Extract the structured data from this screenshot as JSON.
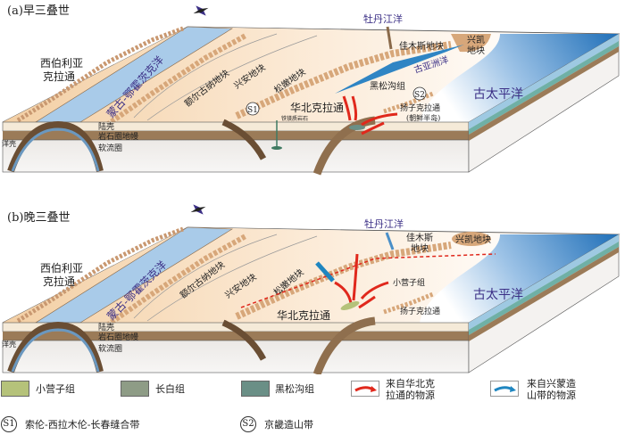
{
  "panels": [
    {
      "title": "(a)早三叠世",
      "labels": {
        "siberia": [
          "西伯利亚",
          "克拉通"
        ],
        "mongol_ocean": "蒙古-鄂霍茨克洋",
        "erguna": "额尔古纳地块",
        "xingan": "兴安地块",
        "songnen": "松嫩地块",
        "mudanjiang": "牡丹江洋",
        "jiamusi": "佳木斯地块",
        "xingkai": [
          "兴凯",
          "地块"
        ],
        "paleo_asian": "古亚洲洋",
        "paleo_pacific": "古太平洋",
        "heisonggou": "黑松沟组",
        "s1": "S1",
        "s2": "S2",
        "north_china": "华北克拉通",
        "yangtze": "扬子克拉通",
        "korea": "(朝鲜半岛)",
        "mafic": "铁镁质岩石",
        "crust": "陆壳",
        "litho": "岩石圈地幔",
        "astheno": "软流圈",
        "oceanic": "洋壳"
      }
    },
    {
      "title": "(b)晚三叠世",
      "labels": {
        "siberia": [
          "西伯利亚",
          "克拉通"
        ],
        "mongol_ocean": "蒙古-鄂霍茨克洋",
        "erguna": "额尔古纳地块",
        "xingan": "兴安地块",
        "songnen": "松嫩地块",
        "mudanjiang": "牡丹江洋",
        "jiamusi": [
          "佳木斯",
          "地块"
        ],
        "xingkai": "兴凯地块",
        "paleo_pacific": "古太平洋",
        "xiaoyingzi": "小营子组",
        "north_china": "华北克拉通",
        "yangtze": "扬子克拉通",
        "crust": "陆壳",
        "litho": "岩石圈地幔",
        "astheno": "软流圈",
        "oceanic": "洋壳"
      }
    }
  ],
  "legend": {
    "items": [
      {
        "label": "小营子组",
        "color": "#b5c27a"
      },
      {
        "label": "长白组",
        "color": "#8e9c86"
      },
      {
        "label": "黑松沟组",
        "color": "#6a8f86"
      }
    ],
    "arrows": [
      {
        "label": [
          "来自华北克",
          "拉通的物源"
        ],
        "color": "#e0281c"
      },
      {
        "label": [
          "来自兴蒙造",
          "山带的物源"
        ],
        "color": "#1f86c0"
      }
    ],
    "sutures": [
      {
        "symbol": "S1",
        "label": "索伦-西拉木伦-长春缝合带"
      },
      {
        "symbol": "S2",
        "label": "京畿造山带"
      }
    ]
  },
  "colors": {
    "ocean": "#8fb9e0",
    "deep_ocean": "#1f6fb8",
    "land": "#f6dcbc",
    "mountain": "#e6b98a",
    "litho": "#9b7b58",
    "astheno": "#e9e6e3",
    "crust": "#f5ead8",
    "red": "#e0281c",
    "text_blue": "#3b2f86"
  }
}
